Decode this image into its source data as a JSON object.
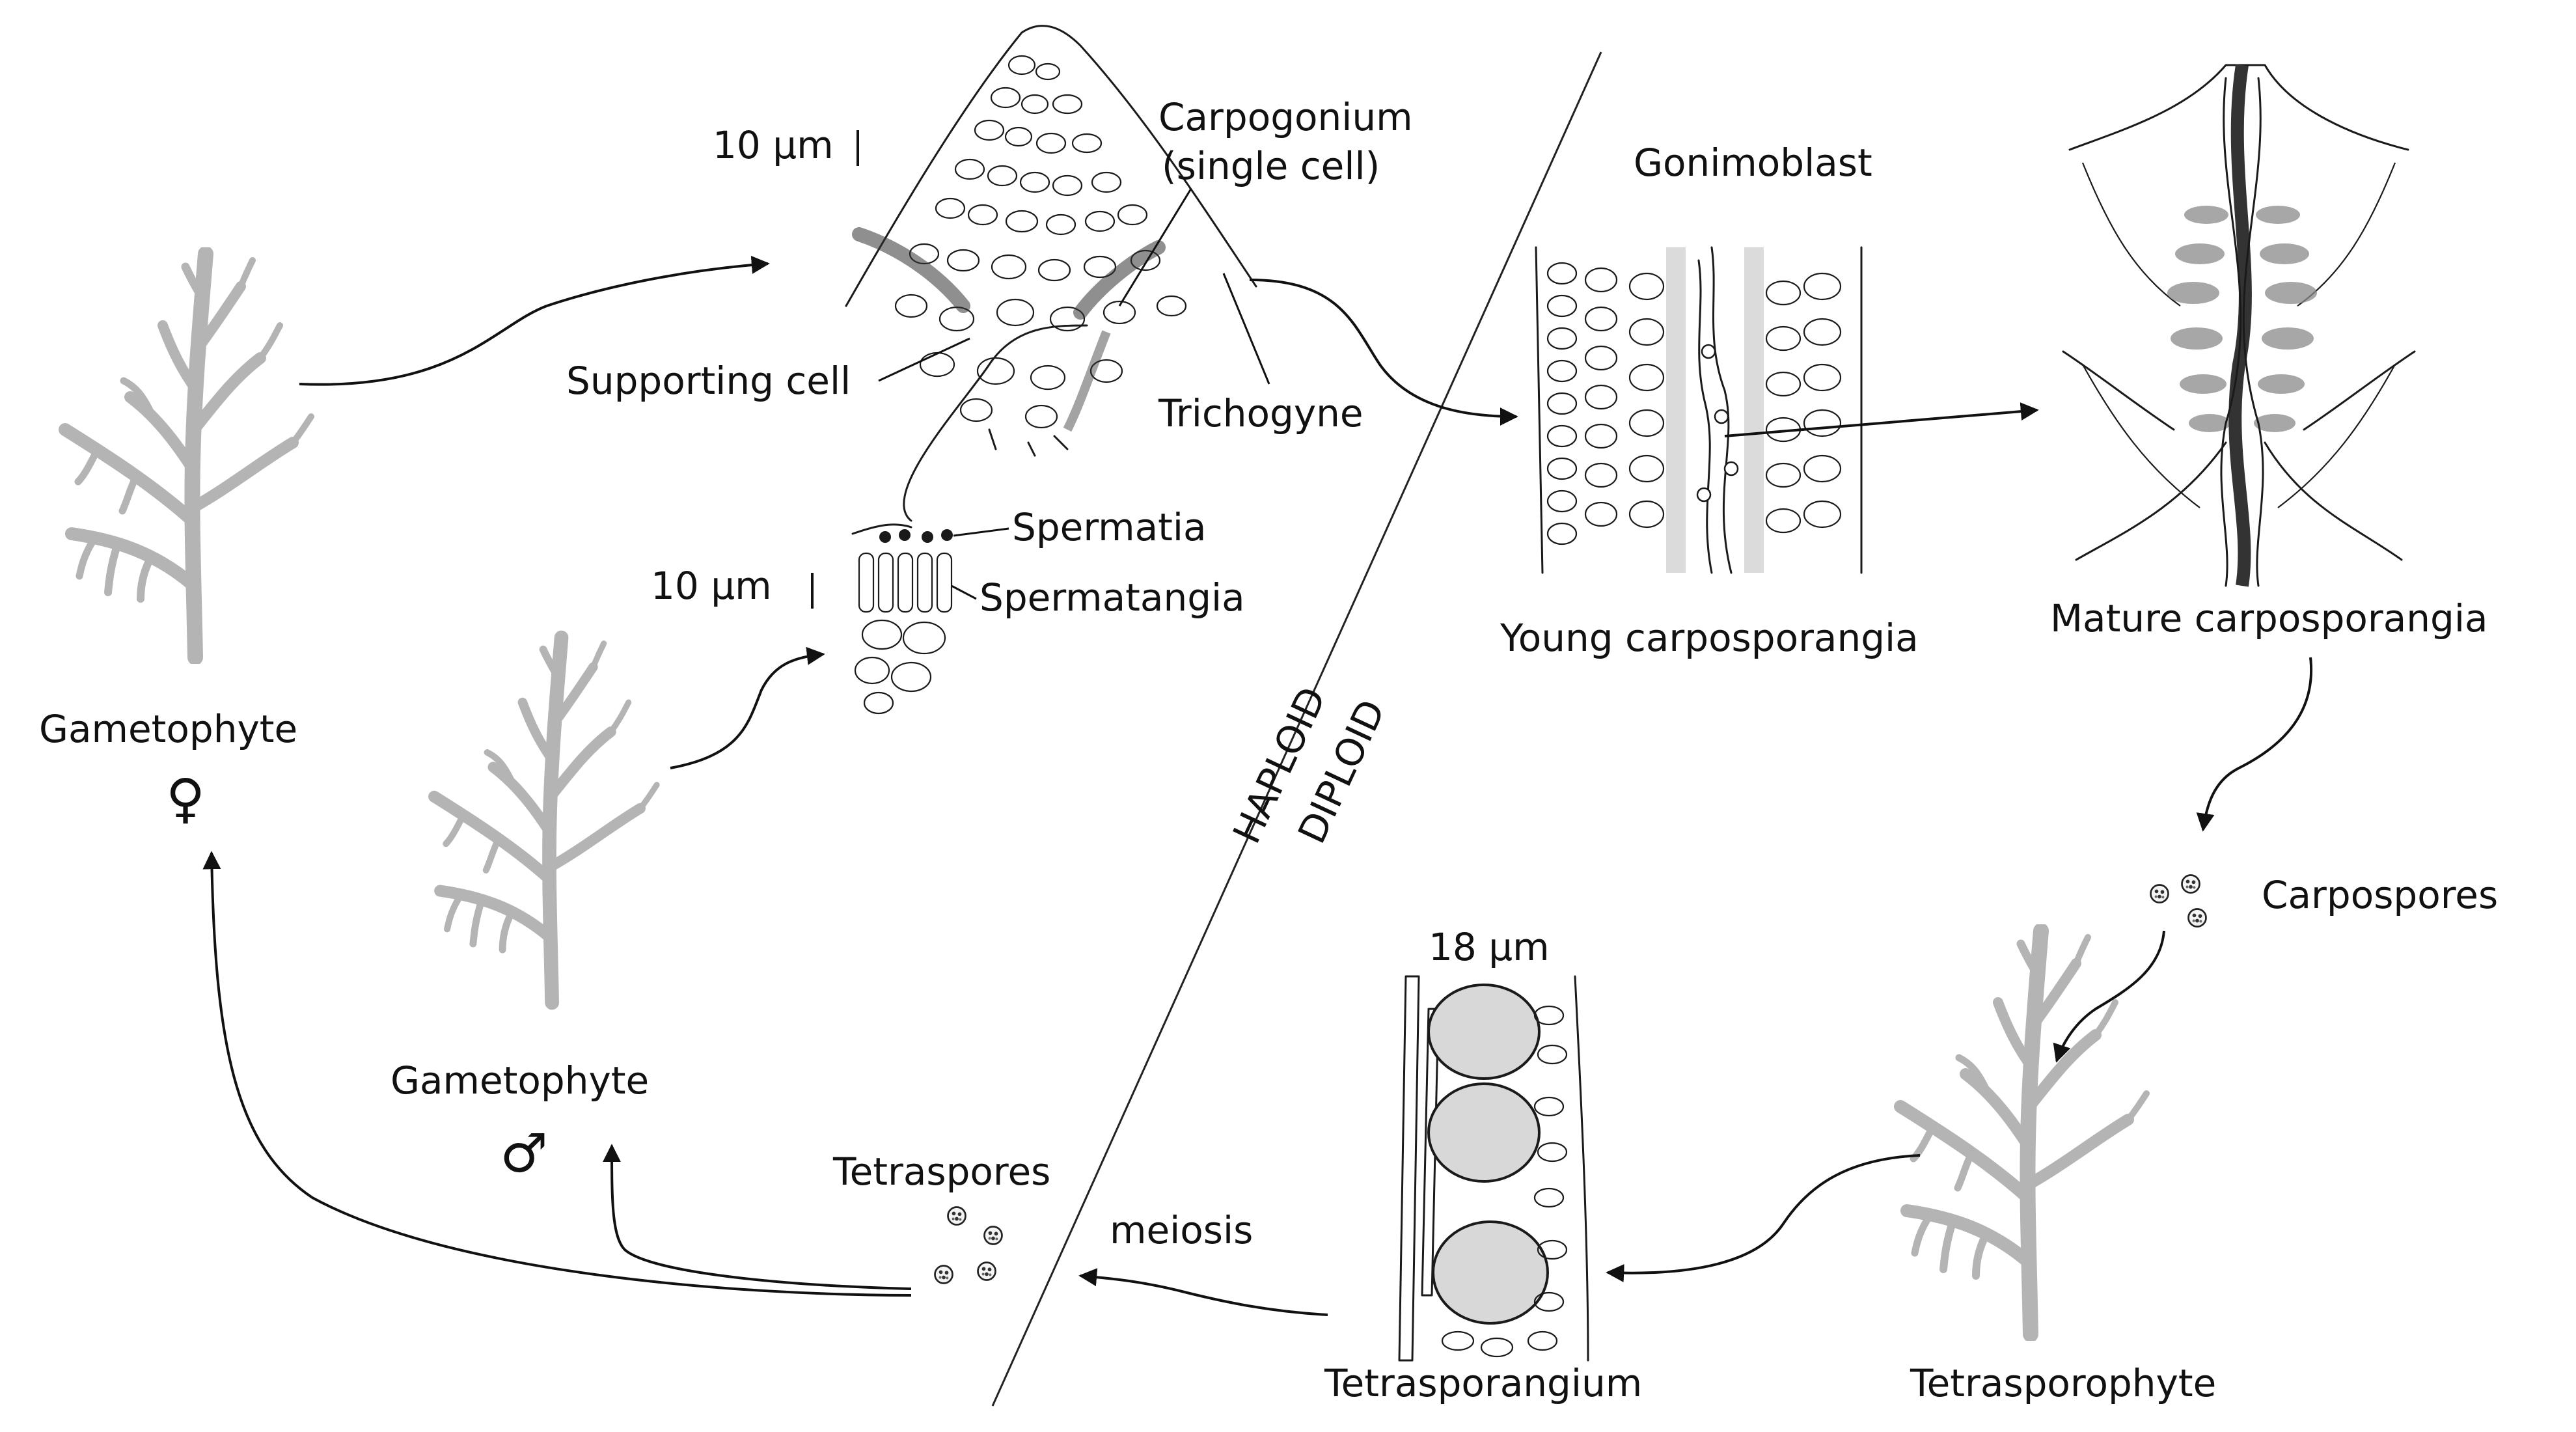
{
  "labels": {
    "gametophyte_female": "Gametophyte",
    "female_symbol": "♀",
    "gametophyte_male": "Gametophyte",
    "male_symbol": "♂",
    "scale_carpogonium": "10 μm",
    "scale_spermatangia": "10 μm",
    "scale_tetrasporangium": "18 μm",
    "carpogonium": "Carpogonium",
    "carpogonium_sub": "(single cell)",
    "supporting_cell": "Supporting cell",
    "trichogyne": "Trichogyne",
    "spermatia": "Spermatia",
    "spermatangia": "Spermatangia",
    "gonimoblast": "Gonimoblast",
    "young_carposporangia": "Young carposporangia",
    "mature_carposporangia": "Mature carposporangia",
    "carpospores": "Carpospores",
    "tetrasporophyte": "Tetrasporophyte",
    "tetrasporangium": "Tetrasporangium",
    "meiosis": "meiosis",
    "tetraspores": "Tetraspores",
    "haploid": "HAPLOID",
    "diploid": "DIPLOID"
  },
  "colors": {
    "plant": "#b4b4b4",
    "ink": "#1a1a1a"
  }
}
